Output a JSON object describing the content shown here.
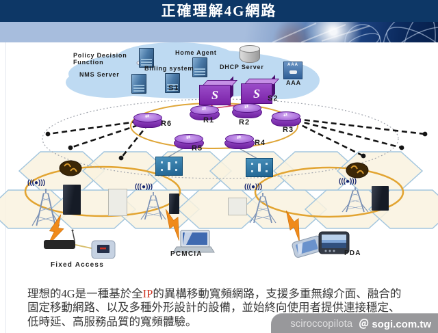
{
  "header": {
    "title": "正確理解4G網路"
  },
  "diagram": {
    "cloud": {
      "policy_line1": "Policy Decision",
      "policy_line2": "Function",
      "nms_server": "NMS Server",
      "billing_system": "Billing system",
      "home_agent": "Home Agent",
      "dhcp_server": "DHCP Server",
      "aaa_label": "AAA",
      "aaa_box_text": "AAA"
    },
    "core": {
      "s1": "S1",
      "s2": "S2",
      "switch_letter": "S",
      "routers": [
        {
          "label": "R1"
        },
        {
          "label": "R2"
        },
        {
          "label": "R3"
        },
        {
          "label": "R4"
        },
        {
          "label": "R5"
        },
        {
          "label": "R6"
        }
      ]
    },
    "access": {
      "radio_wave_symbol": "(((●)))",
      "fixed_access": "Fixed Access",
      "pcmcia": "PCMCIA",
      "pda": "PDA"
    }
  },
  "body_text": {
    "segment_before_ip": "理想的4G是一種基於全",
    "highlight_ip": "IP",
    "segment_after_ip": "的異構移動寬頻網路，支援多重無線介面、融合的固定移動網路、以及多種外形設計的設備，並始終向使用者提供連接穩定、低時延、高服務品質的寬頻體驗。"
  },
  "watermark": {
    "username": "sciroccopilota",
    "site": "＠ sogi.com.tw"
  },
  "colors": {
    "header_bg": "#0d3766",
    "cloud_blue": "#bedaf2",
    "ring_orange": "#dfa638",
    "router_purple": "#8a3cc0",
    "ip_red": "#cc3322",
    "watermark_bg": "#98989b"
  }
}
